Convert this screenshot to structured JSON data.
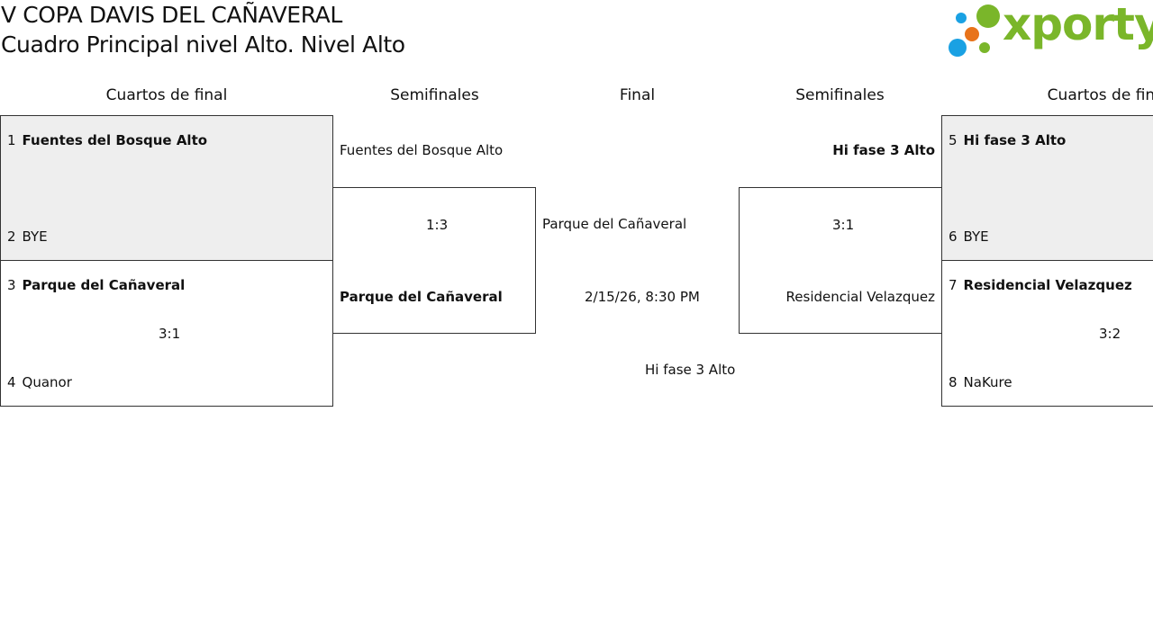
{
  "header": {
    "title": "V COPA DAVIS DEL CAÑAVERAL",
    "subtitle": "Cuadro Principal nivel Alto. Nivel Alto",
    "logo_text": "xporty",
    "colors": {
      "logo_green": "#7ab62a",
      "logo_orange": "#e8731a",
      "logo_blue": "#1aa1e3"
    }
  },
  "rounds": {
    "left_qf": "Cuartos de final",
    "left_sf": "Semifinales",
    "final": "Final",
    "right_sf": "Semifinales",
    "right_qf": "Cuartos de final"
  },
  "left_qf": [
    {
      "seed": "1",
      "team": "Fuentes del Bosque Alto",
      "opp_seed": "2",
      "opp": "BYE",
      "score": ""
    },
    {
      "seed": "3",
      "team": "Parque del Cañaveral",
      "opp_seed": "4",
      "opp": "Quanor",
      "score": "3:1"
    }
  ],
  "right_qf": [
    {
      "seed": "5",
      "team": "Hi fase 3 Alto",
      "opp_seed": "6",
      "opp": "BYE",
      "score": ""
    },
    {
      "seed": "7",
      "team": "Residencial Velazquez",
      "opp_seed": "8",
      "opp": "NaKure",
      "score": "3:2"
    }
  ],
  "left_sf": {
    "team1": "Fuentes del Bosque Alto",
    "score": "1:3",
    "team2": "Parque del Cañaveral"
  },
  "right_sf": {
    "team1": "Hi fase 3 Alto",
    "score": "3:1",
    "team2": "Residencial Velazquez"
  },
  "final": {
    "team1": "Parque del Cañaveral",
    "datetime": "2/15/26, 8:30 PM",
    "team2": "Hi fase 3 Alto"
  }
}
